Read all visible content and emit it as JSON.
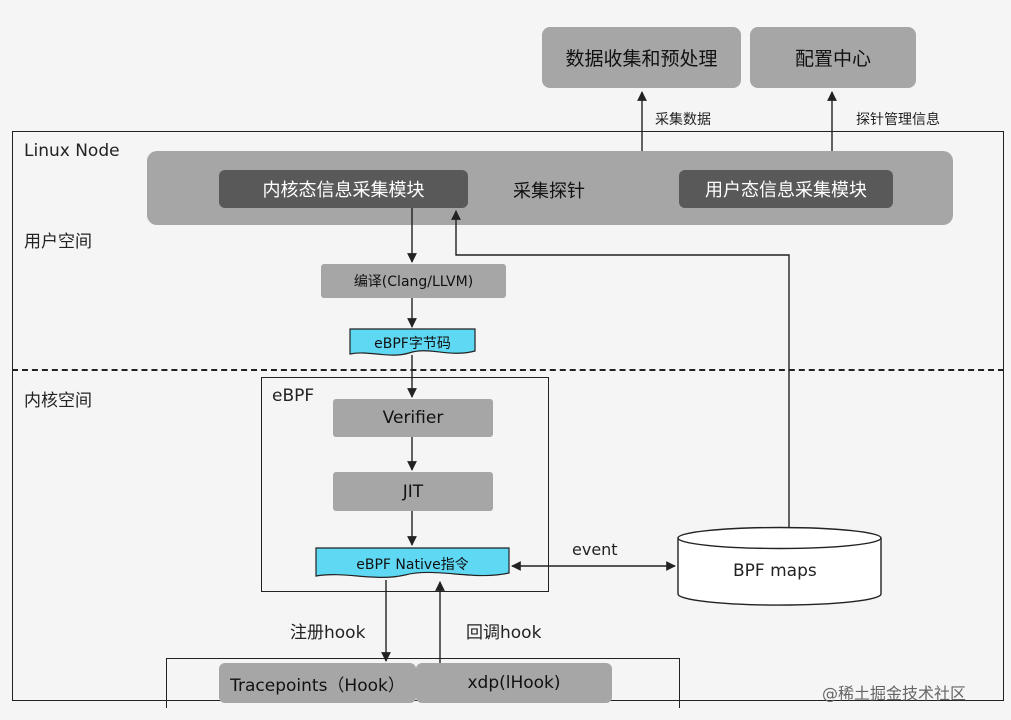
{
  "top_boxes": {
    "collect_preprocess": "数据收集和预处理",
    "config_center": "配置中心"
  },
  "arrow_labels": {
    "collect_data": "采集数据",
    "probe_manage": "探针管理信息",
    "event": "event",
    "register_hook": "注册hook",
    "callback_hook": "回调hook"
  },
  "node": {
    "title": "Linux Node",
    "user_space": "用户空间",
    "kernel_space": "内核空间"
  },
  "probe": {
    "label": "采集探针",
    "kernel_module": "内核态信息采集模块",
    "user_module": "用户态信息采集模块"
  },
  "pipeline": {
    "compile": "编译(Clang/LLVM)",
    "bytecode": "eBPF字节码",
    "ebpf_title": "eBPF",
    "verifier": "Verifier",
    "jit": "JIT",
    "native": "eBPF Native指令"
  },
  "bpf_maps": "BPF maps",
  "hooks": {
    "tracepoints": "Tracepoints（Hook）",
    "xdp": "xdp(lHook)"
  },
  "watermark": "@稀土掘金技术社区"
}
